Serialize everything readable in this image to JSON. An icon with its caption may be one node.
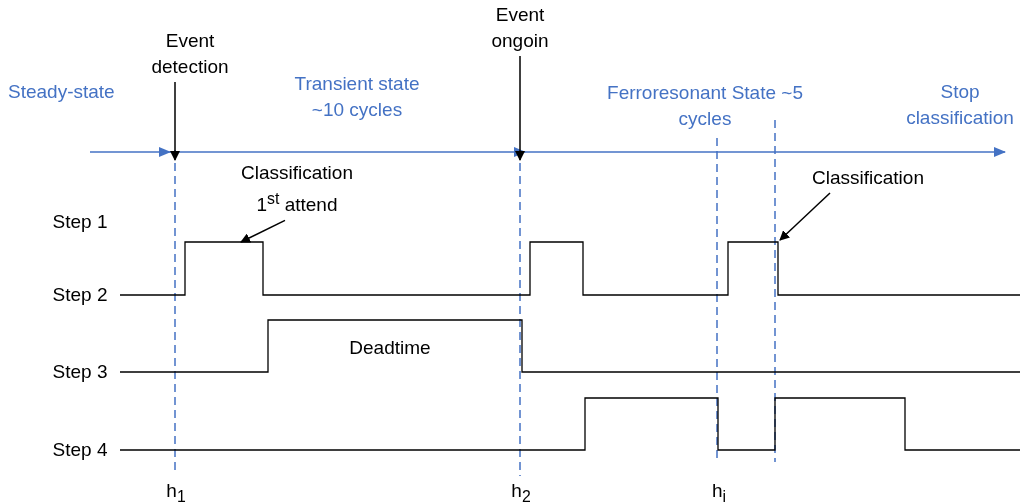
{
  "diagram": {
    "nodes": [
      {
        "text": [
          "Event detection"
        ]
      },
      {
        "text": [
          "Event ongoin"
        ]
      },
      {
        "text": [
          "Classification 1$^{st}$ attend"
        ]
      },
      {
        "text": [
          "Classification"
        ]
      }
    ],
    "edges": [
      {
        "from": 0,
        "to": null,
        "arrow": "to"
      },
      {
        "from": 1,
        "to": null,
        "arrow": "to"
      },
      {
        "from": 2,
        "to": null,
        "arrow": "to"
      },
      {
        "from": 3,
        "to": null,
        "arrow": "to"
      }
    ],
    "labels": [
      "Steady-state",
      "Transient state ~10 cycles",
      "Ferroresonant State ~5 cycles",
      "Stop classification",
      "Step 1",
      "Step 2",
      "Deadtime",
      "Step 3",
      "Step 4",
      "h$_{1}$",
      "h$_{2}$",
      "h$_{i}$"
    ]
  }
}
